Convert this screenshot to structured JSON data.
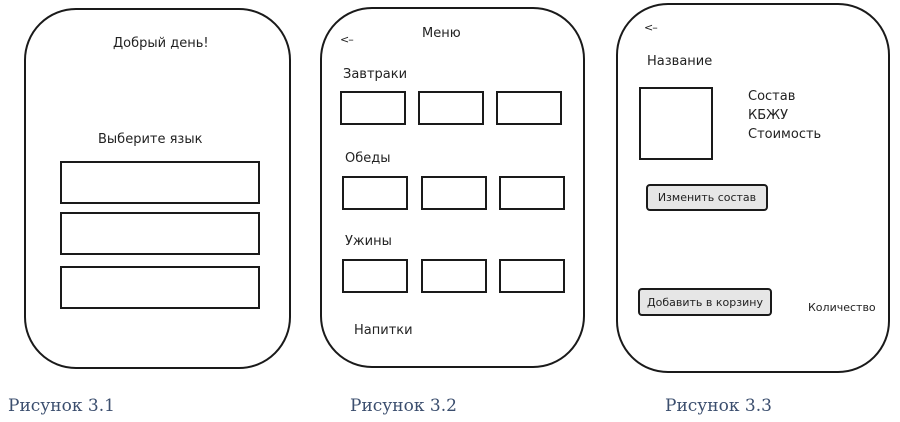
{
  "screen1": {
    "greeting": "Добрый день!",
    "choose_language": "Выберите язык"
  },
  "screen2": {
    "back": "<–",
    "title": "Меню",
    "sections": [
      "Завтраки",
      "Обеды",
      "Ужины",
      "Напитки"
    ]
  },
  "screen3": {
    "back": "<–",
    "name": "Название",
    "info": [
      "Состав",
      "КБЖУ",
      "Стоимость"
    ],
    "edit_button": "Изменить состав",
    "add_button": "Добавить в корзину",
    "quantity": "Количество"
  },
  "captions": [
    "Рисунок 3.1",
    "Рисунок 3.2",
    "Рисунок 3.3"
  ]
}
